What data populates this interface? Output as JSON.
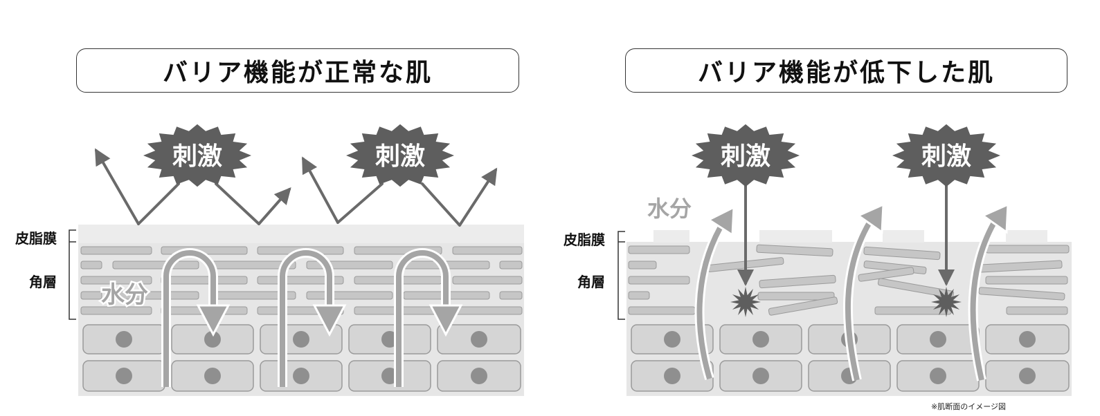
{
  "panels": {
    "left": {
      "title": "バリア機能が正常な肌",
      "stimulus": "刺激",
      "moisture": "水分"
    },
    "right": {
      "title": "バリア機能が低下した肌",
      "stimulus": "刺激",
      "moisture": "水分"
    }
  },
  "layers": {
    "sebum": "皮脂膜",
    "stratum_corneum": "角層"
  },
  "footnote": "※肌断面のイメージ図",
  "colors": {
    "burst": "#5e5e5e",
    "arrow_dark": "#6a6a6a",
    "arrow_light": "#a5a5a5",
    "skin_bg": "#e6e6e6",
    "cell": "#d5d5d5",
    "nucleus": "#8f8f8f"
  }
}
